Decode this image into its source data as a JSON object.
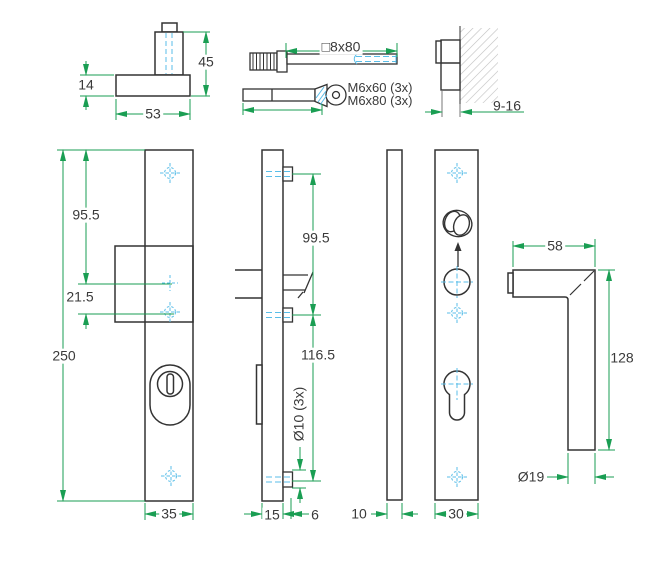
{
  "colors": {
    "dimension_green": "#1A9E53",
    "centerline_blue": "#5ABEE8",
    "outline_dark": "#333333",
    "hatch_gray": "#BFBFBF"
  },
  "views": {
    "knob_front": {
      "dim_height": "45",
      "dim_base_height": "14",
      "dim_base_width": "53"
    },
    "spindle_screw": {
      "dim_label": "□8x80"
    },
    "fixing_screw": {
      "label_line1": "M6x60 (3x)",
      "label_line2": "M6x80 (3x)"
    },
    "door_section": {
      "dim_thickness": "9-16"
    },
    "inner_plate_front": {
      "dim_top_to_handle": "95.5",
      "dim_handle_to_cylinder": "21.5",
      "dim_length": "250",
      "dim_width": "35"
    },
    "plate_side": {
      "dim_boss_spacing_top": "99.5",
      "dim_boss_spacing_bottom": "116.5",
      "dim_boss_diameter": "Ø10 (3x)",
      "dim_thickness": "15",
      "dim_boss_protrusion": "6"
    },
    "outer_plate_side": {
      "dim_thickness": "10"
    },
    "outer_plate_front": {
      "dim_width": "30"
    },
    "lever_handle": {
      "dim_grip_length": "58",
      "dim_height": "128",
      "dim_diameter": "Ø19"
    }
  }
}
